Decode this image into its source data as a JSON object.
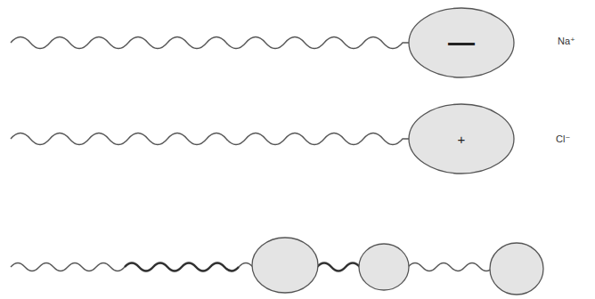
{
  "diagram": {
    "nodes": [
      {
        "text": [
          "—"
        ]
      },
      {
        "text": [
          "+"
        ]
      }
    ],
    "labels": [
      "Na⁺",
      "Cl⁻"
    ]
  }
}
